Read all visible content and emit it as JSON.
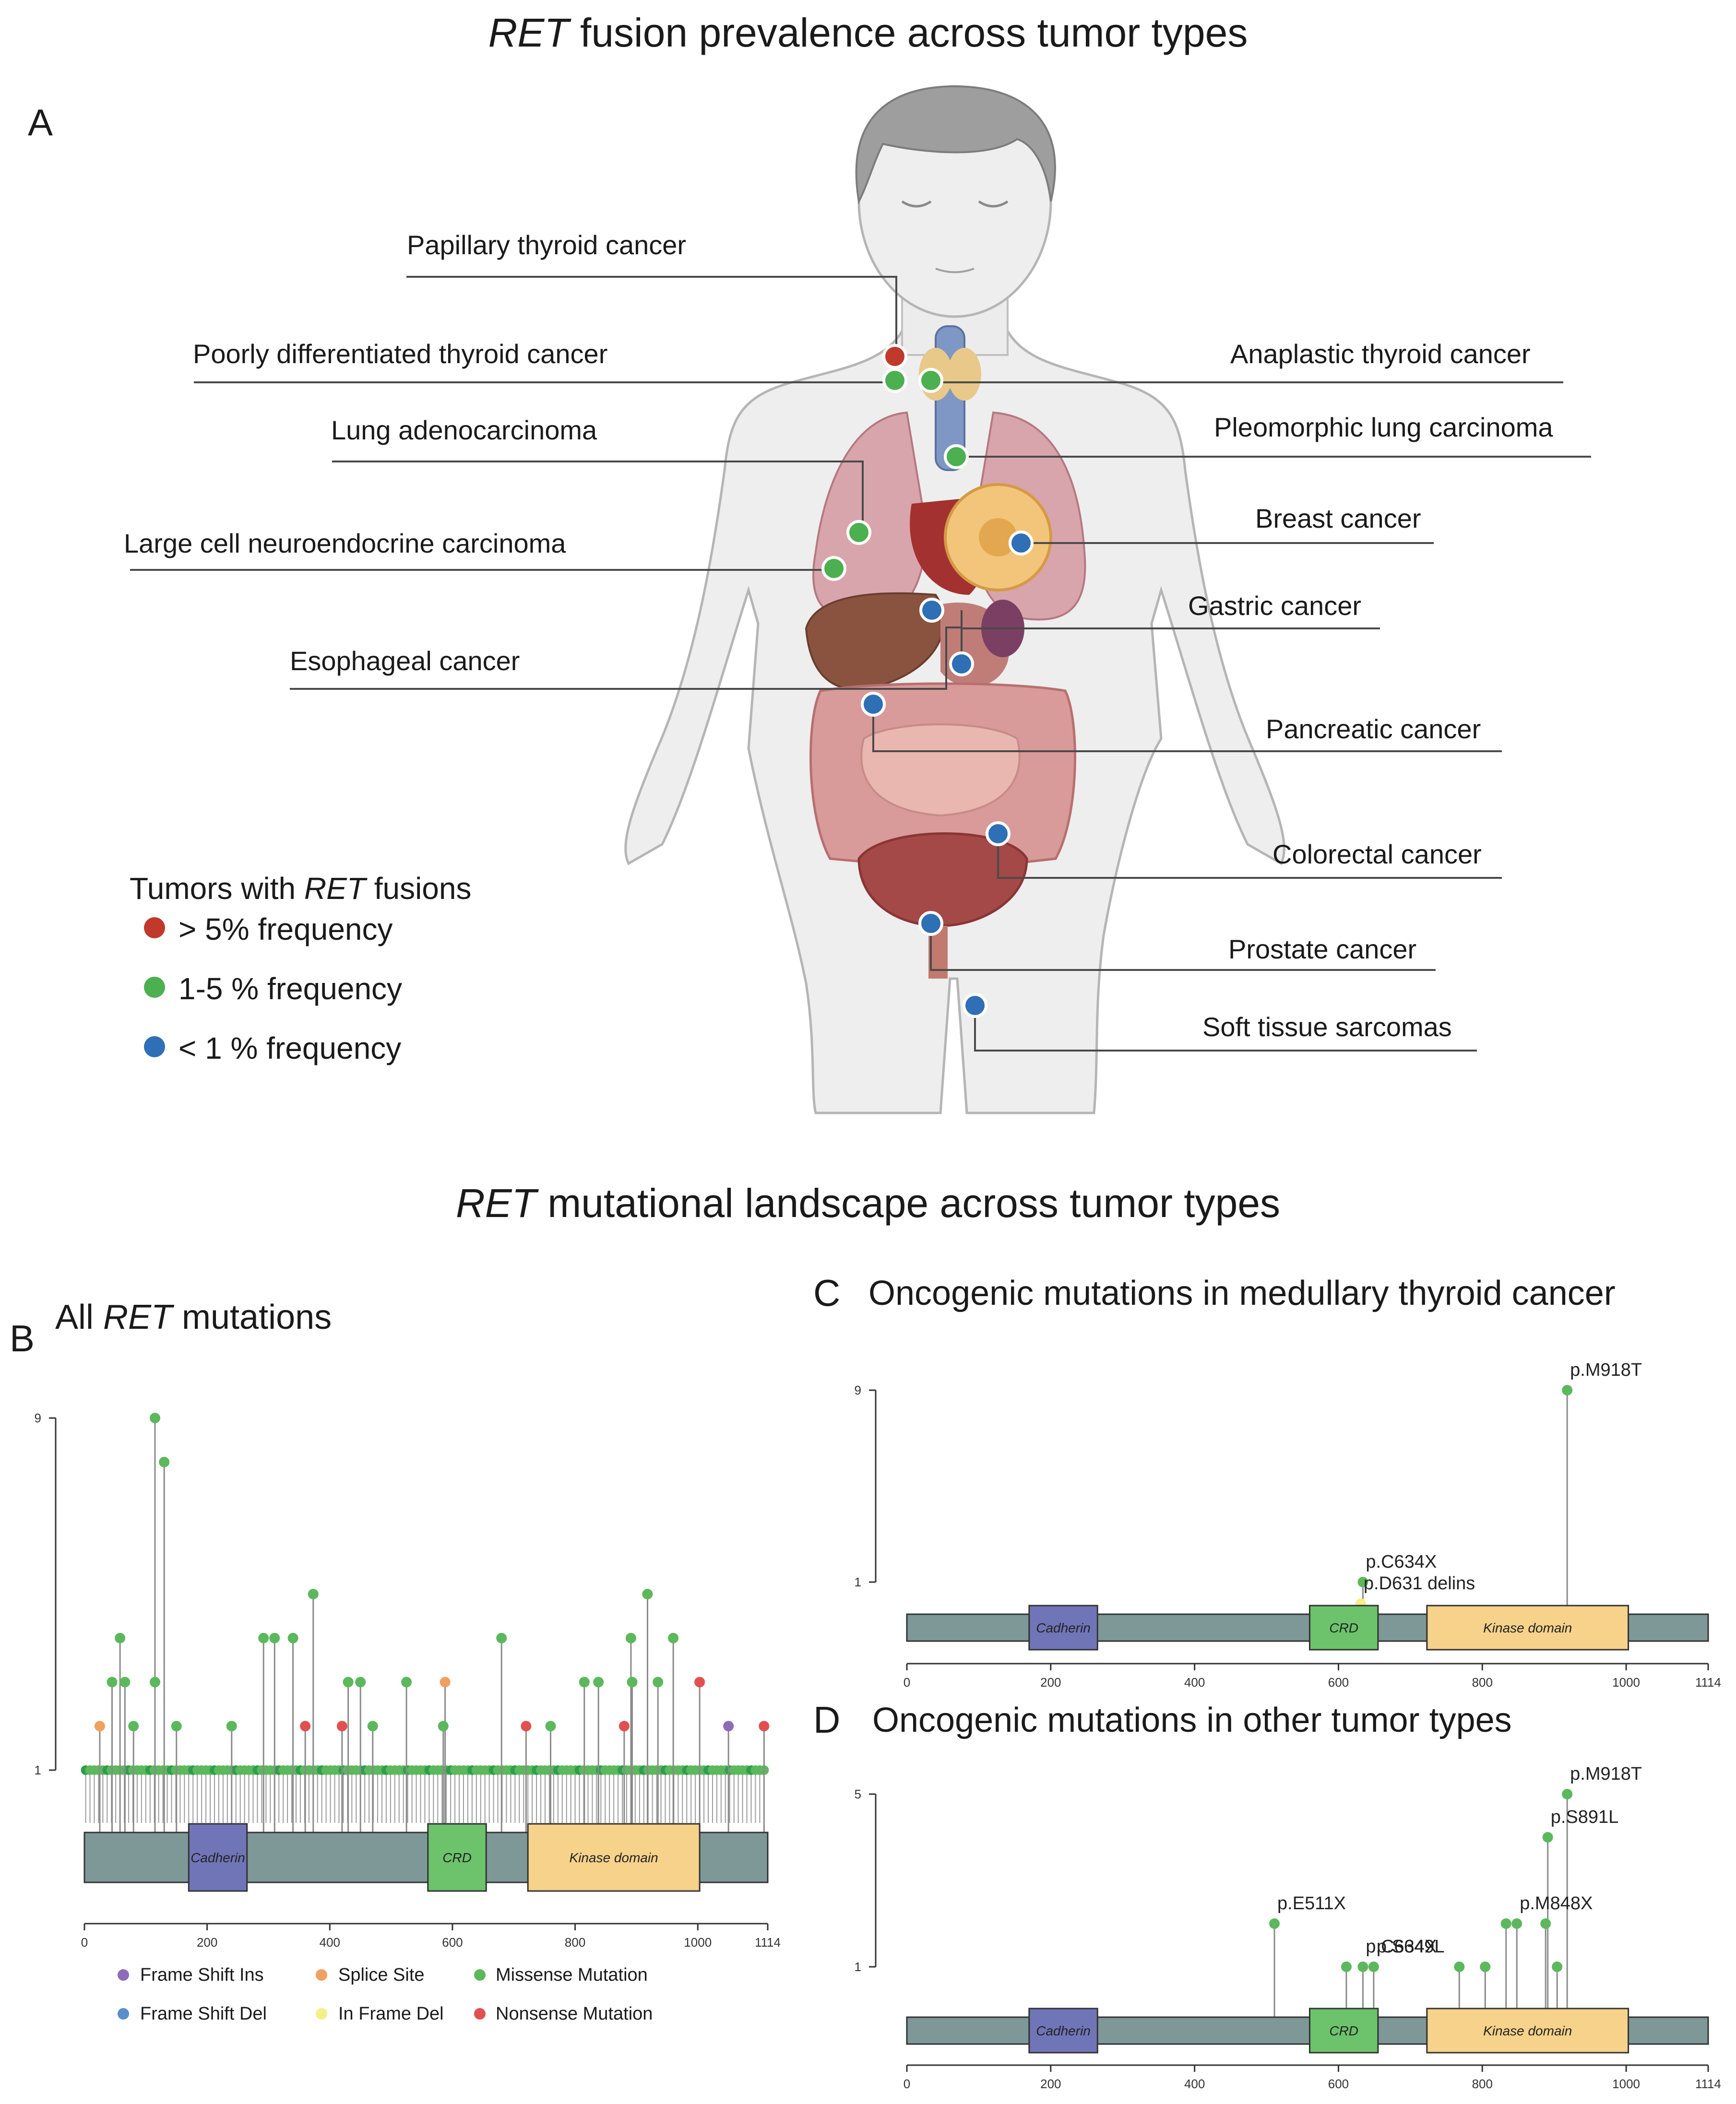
{
  "figure_a": {
    "title_italic": "RET",
    "title_rest": " fusion prevalence across tumor types",
    "panel_label": "A",
    "tumors_left": [
      "Papillary thyroid cancer",
      "Poorly differentiated thyroid cancer",
      "Lung adenocarcinoma",
      "Large cell neuroendocrine carcinoma",
      "Esophageal cancer"
    ],
    "tumors_right": [
      "Anaplastic thyroid cancer",
      "Pleomorphic lung carcinoma",
      "Breast cancer",
      "Gastric cancer",
      "Pancreatic cancer",
      "Colorectal cancer",
      "Prostate cancer",
      "Soft tissue sarcomas"
    ],
    "legend": {
      "title_pre": "Tumors with ",
      "title_italic": "RET",
      "title_post": " fusions",
      "items": [
        "> 5% frequency",
        "1-5 % frequency",
        "< 1 % frequency"
      ]
    },
    "colors": {
      "red": "#c0392b",
      "green": "#4caf50",
      "blue": "#2f6fb5"
    }
  },
  "figure_b": {
    "title_italic": "RET",
    "title_rest": " mutational landscape across tumor types",
    "panel_b_label": "B",
    "panel_b_title_pre": "All ",
    "panel_b_title_italic": "RET",
    "panel_b_title_post": " mutations",
    "panel_c_label": "C",
    "panel_c_title": "Oncogenic mutations in medullary thyroid cancer",
    "panel_d_label": "D",
    "panel_d_title": "Oncogenic mutations in other tumor types",
    "domains": [
      "Cadherin",
      "CRD",
      "Kinase domain"
    ],
    "legend": [
      {
        "label": "Frame Shift Ins",
        "color": "#8e6bb8"
      },
      {
        "label": "Splice Site",
        "color": "#f0a060"
      },
      {
        "label": "Missense Mutation",
        "color": "#5cb85c"
      },
      {
        "label": "Frame Shift Del",
        "color": "#5b8fc8"
      },
      {
        "label": "In Frame Del",
        "color": "#f5ef8a"
      },
      {
        "label": "Nonsense Mutation",
        "color": "#e05050"
      }
    ],
    "c_annotations": [
      "p.M918T",
      "p.C634X",
      "p.D631 delins"
    ],
    "d_annotations": [
      "p.M918T",
      "p.S891L",
      "p.M848X",
      "p.E511X",
      "p.S649L",
      "p.C634X"
    ]
  },
  "chart_data": [
    {
      "type": "scatter",
      "title": "All RET mutations",
      "xlim": [
        0,
        1114
      ],
      "x_ticks": [
        "0",
        "200",
        "400",
        "600",
        "800",
        "1000",
        "1114"
      ],
      "y_ticks": [
        "1",
        "9"
      ],
      "domains": [
        {
          "name": "Cadherin",
          "start": 170,
          "end": 265
        },
        {
          "name": "CRD",
          "start": 550,
          "end": 645
        },
        {
          "name": "Kinase domain",
          "start": 723,
          "end": 1005
        }
      ],
      "peaks": [
        {
          "x": 115,
          "y": 9,
          "type": "Missense Mutation"
        },
        {
          "x": 130,
          "y": 8,
          "type": "Missense Mutation"
        },
        {
          "x": 373,
          "y": 5,
          "type": "Missense Mutation"
        },
        {
          "x": 918,
          "y": 5,
          "type": "Missense Mutation"
        },
        {
          "x": 58,
          "y": 4,
          "type": "Missense Mutation"
        },
        {
          "x": 292,
          "y": 4,
          "type": "Missense Mutation"
        },
        {
          "x": 310,
          "y": 4,
          "type": "Missense Mutation"
        },
        {
          "x": 340,
          "y": 4,
          "type": "Missense Mutation"
        },
        {
          "x": 680,
          "y": 4,
          "type": "Missense Mutation"
        },
        {
          "x": 891,
          "y": 4,
          "type": "Missense Mutation"
        },
        {
          "x": 960,
          "y": 4,
          "type": "Missense Mutation"
        },
        {
          "x": 45,
          "y": 3,
          "type": "Missense Mutation"
        },
        {
          "x": 66,
          "y": 3,
          "type": "Missense Mutation"
        },
        {
          "x": 115,
          "y": 3,
          "type": "Missense Mutation"
        },
        {
          "x": 430,
          "y": 3,
          "type": "Missense Mutation"
        },
        {
          "x": 450,
          "y": 3,
          "type": "Missense Mutation"
        },
        {
          "x": 525,
          "y": 3,
          "type": "Missense Mutation"
        },
        {
          "x": 588,
          "y": 3,
          "type": "Splice Site"
        },
        {
          "x": 815,
          "y": 3,
          "type": "Missense Mutation"
        },
        {
          "x": 838,
          "y": 3,
          "type": "Missense Mutation"
        },
        {
          "x": 893,
          "y": 3,
          "type": "Missense Mutation"
        },
        {
          "x": 935,
          "y": 3,
          "type": "Missense Mutation"
        },
        {
          "x": 1003,
          "y": 3,
          "type": "Nonsense Mutation"
        },
        {
          "x": 25,
          "y": 2,
          "type": "Splice Site"
        },
        {
          "x": 80,
          "y": 2,
          "type": "Missense Mutation"
        },
        {
          "x": 150,
          "y": 2,
          "type": "Missense Mutation"
        },
        {
          "x": 240,
          "y": 2,
          "type": "Missense Mutation"
        },
        {
          "x": 360,
          "y": 2,
          "type": "Nonsense Mutation"
        },
        {
          "x": 420,
          "y": 2,
          "type": "Nonsense Mutation"
        },
        {
          "x": 470,
          "y": 2,
          "type": "Missense Mutation"
        },
        {
          "x": 585,
          "y": 2,
          "type": "Missense Mutation"
        },
        {
          "x": 720,
          "y": 2,
          "type": "Nonsense Mutation"
        },
        {
          "x": 760,
          "y": 2,
          "type": "Missense Mutation"
        },
        {
          "x": 880,
          "y": 2,
          "type": "Nonsense Mutation"
        },
        {
          "x": 1050,
          "y": 2,
          "type": "Frame Shift Ins"
        },
        {
          "x": 1108,
          "y": 2,
          "type": "Nonsense Mutation"
        }
      ]
    },
    {
      "type": "scatter",
      "title": "Oncogenic mutations in medullary thyroid cancer",
      "xlim": [
        0,
        1114
      ],
      "x_ticks": [
        "0",
        "200",
        "400",
        "600",
        "800",
        "1000",
        "1114"
      ],
      "y_ticks": [
        "1",
        "9"
      ],
      "points": [
        {
          "x": 918,
          "y": 9,
          "label": "p.M918T",
          "type": "Missense Mutation"
        },
        {
          "x": 634,
          "y": 1,
          "label": "p.C634X",
          "type": "Missense Mutation"
        },
        {
          "x": 631,
          "y": 0.4,
          "label": "p.D631 delins",
          "type": "In Frame Del"
        }
      ]
    },
    {
      "type": "scatter",
      "title": "Oncogenic mutations in other tumor types",
      "xlim": [
        0,
        1114
      ],
      "x_ticks": [
        "0",
        "200",
        "400",
        "600",
        "800",
        "1000",
        "1114"
      ],
      "y_ticks": [
        "1",
        "5"
      ],
      "points": [
        {
          "x": 918,
          "y": 5,
          "label": "p.M918T",
          "type": "Missense Mutation"
        },
        {
          "x": 891,
          "y": 4,
          "label": "p.S891L",
          "type": "Missense Mutation"
        },
        {
          "x": 848,
          "y": 2,
          "label": "p.M848X",
          "type": "Missense Mutation"
        },
        {
          "x": 511,
          "y": 2,
          "label": "p.E511X",
          "type": "Missense Mutation"
        },
        {
          "x": 649,
          "y": 1,
          "label": "p.S649L",
          "type": "Missense Mutation"
        },
        {
          "x": 634,
          "y": 1,
          "label": "p.C634X",
          "type": "Missense Mutation"
        },
        {
          "x": 611,
          "y": 1,
          "type": "Missense Mutation"
        },
        {
          "x": 768,
          "y": 1,
          "type": "Missense Mutation"
        },
        {
          "x": 804,
          "y": 1,
          "type": "Missense Mutation"
        },
        {
          "x": 833,
          "y": 2,
          "type": "Missense Mutation"
        },
        {
          "x": 888,
          "y": 2,
          "type": "Missense Mutation"
        },
        {
          "x": 904,
          "y": 1,
          "type": "Missense Mutation"
        }
      ]
    }
  ]
}
